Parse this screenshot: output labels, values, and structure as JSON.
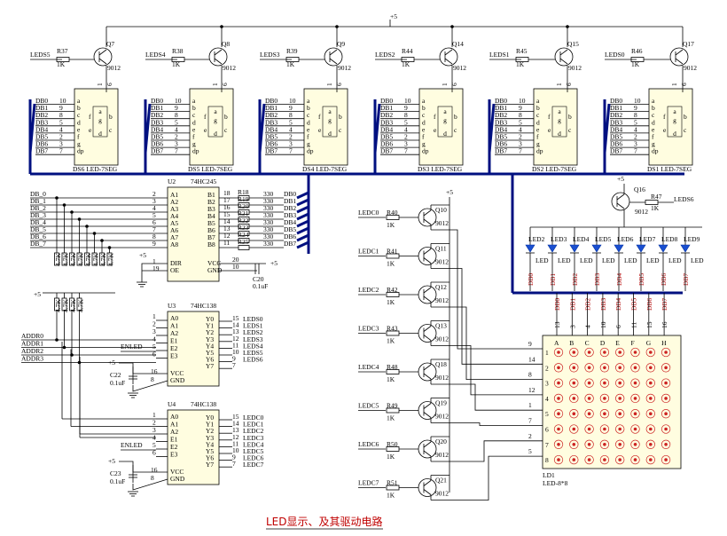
{
  "supply": "+5",
  "digits": [
    {
      "trans": "Q7",
      "res": "R37",
      "kohm": "1K",
      "model": "9012",
      "led": "LEDS5",
      "ds": "DS6 LED-7SEG"
    },
    {
      "trans": "Q8",
      "res": "R38",
      "kohm": "1K",
      "model": "9012",
      "led": "LEDS4",
      "ds": "DS5 LED-7SEG"
    },
    {
      "trans": "Q9",
      "res": "R39",
      "kohm": "1K",
      "model": "9012",
      "led": "LEDS3",
      "ds": "DS4 LED-7SEG"
    },
    {
      "trans": "Q14",
      "res": "R44",
      "kohm": "1K",
      "model": "9012",
      "led": "LEDS2",
      "ds": "DS3 LED-7SEG"
    },
    {
      "trans": "Q15",
      "res": "R45",
      "kohm": "1K",
      "model": "9012",
      "led": "LEDS1",
      "ds": "DS2 LED-7SEG"
    },
    {
      "trans": "Q17",
      "res": "R46",
      "kohm": "1K",
      "model": "9012",
      "led": "LEDS0",
      "ds": "DS1 LED-7SEG"
    }
  ],
  "db_labels": [
    "DB0",
    "DB1",
    "DB2",
    "DB3",
    "DB4",
    "DB5",
    "DB6",
    "DB7"
  ],
  "seg_pins": [
    "10",
    "9",
    "8",
    "5",
    "4",
    "2",
    "3",
    "7"
  ],
  "seg_letters": [
    "a",
    "b",
    "c",
    "d",
    "e",
    "f",
    "g",
    "dp"
  ],
  "seg_face": [
    "a",
    "f",
    "g",
    "b",
    "e",
    "c",
    "d",
    "dp"
  ],
  "com_pins": [
    "1",
    "6"
  ],
  "u2": {
    "ref": "U2",
    "part": "74HC245",
    "in_labels": [
      "DB_0",
      "DB_1",
      "DB_2",
      "DB_3",
      "DB_4",
      "DB_5",
      "DB_6",
      "DB_7"
    ],
    "pins_left": [
      "2",
      "3",
      "4",
      "5",
      "6",
      "7",
      "8",
      "9"
    ],
    "a_names": [
      "A1",
      "A2",
      "A3",
      "A4",
      "A5",
      "A6",
      "A7",
      "A8"
    ],
    "b_names": [
      "B1",
      "B2",
      "B3",
      "B4",
      "B5",
      "B6",
      "B7",
      "B8"
    ],
    "pins_right": [
      "18",
      "17",
      "16",
      "15",
      "14",
      "13",
      "12",
      "11"
    ],
    "res": [
      "R18",
      "R19",
      "R20",
      "R21",
      "R22",
      "R23",
      "R24",
      "R25"
    ],
    "res_val": "330",
    "out_labels": [
      "DB0",
      "DB1",
      "DB2",
      "DB3",
      "DB4",
      "DB5",
      "DB6",
      "DB7"
    ],
    "dir": "DIR",
    "oe": "OE",
    "vcc": "VCC",
    "gnd": "GND",
    "pin1": "1",
    "pin19": "19",
    "pin20": "20",
    "pin10": "10",
    "cap": "C20",
    "cap_val": "0.1uF",
    "plus": "+5"
  },
  "pullups": {
    "values": [
      "4.7K",
      "4.7K",
      "4.7K",
      "4.7K",
      "4.7K",
      "4.7K",
      "4.7K",
      "4.7K"
    ],
    "extra": [
      "4.7K",
      "4.7K",
      "4.7K",
      "4.7K"
    ],
    "refs": [
      "R26",
      "R27",
      "R28",
      "R29",
      "R30",
      "R31",
      "R32",
      "R33"
    ]
  },
  "addr_labels": [
    "ADDR0",
    "ADDR1",
    "ADDR2",
    "ADDR3"
  ],
  "u3": {
    "ref": "U3",
    "part": "74HC138",
    "inputs": [
      "A0",
      "A1",
      "A2",
      "E1",
      "E2",
      "E3"
    ],
    "in_pins": [
      "1",
      "2",
      "3",
      "4",
      "5",
      "6"
    ],
    "outs": [
      "Y0",
      "Y1",
      "Y2",
      "Y3",
      "Y4",
      "Y5",
      "Y6",
      "Y7"
    ],
    "out_pins": [
      "15",
      "14",
      "13",
      "12",
      "11",
      "10",
      "9",
      "7"
    ],
    "out_labels": [
      "LEDS0",
      "LEDS1",
      "LEDS2",
      "LEDS3",
      "LEDS4",
      "LEDS5",
      "LEDS6",
      ""
    ],
    "enled": "ENLED",
    "vcc": "VCC",
    "gnd": "GND",
    "pin16": "16",
    "pin8": "8",
    "cap": "C22",
    "cap_val": "0.1uF",
    "plus": "+5"
  },
  "u4": {
    "ref": "U4",
    "part": "74HC138",
    "inputs": [
      "A0",
      "A1",
      "A2",
      "E1",
      "E2",
      "E3"
    ],
    "in_pins": [
      "1",
      "2",
      "3",
      "4",
      "5",
      "6"
    ],
    "outs": [
      "Y0",
      "Y1",
      "Y2",
      "Y3",
      "Y4",
      "Y5",
      "Y6",
      "Y7"
    ],
    "out_pins": [
      "15",
      "14",
      "13",
      "12",
      "11",
      "10",
      "9",
      "7"
    ],
    "out_labels": [
      "LEDC0",
      "LEDC1",
      "LEDC2",
      "LEDC3",
      "LEDC4",
      "LEDC5",
      "LEDC6",
      "LEDC7"
    ],
    "enled": "ENLED",
    "vcc": "VCC",
    "gnd": "GND",
    "pin16": "16",
    "pin8": "8",
    "cap": "C23",
    "cap_val": "0.1uF",
    "plus": "+5"
  },
  "col_drivers": [
    {
      "led": "LEDC0",
      "res": "R40",
      "kohm": "1K",
      "trans": "Q10",
      "model": "9012"
    },
    {
      "led": "LEDC1",
      "res": "R41",
      "kohm": "1K",
      "trans": "Q11",
      "model": "9012"
    },
    {
      "led": "LEDC2",
      "res": "R42",
      "kohm": "1K",
      "trans": "Q12",
      "model": "9012"
    },
    {
      "led": "LEDC3",
      "res": "R43",
      "kohm": "1K",
      "trans": "Q13",
      "model": "9012"
    },
    {
      "led": "LEDC4",
      "res": "R48",
      "kohm": "1K",
      "trans": "Q18",
      "model": "9012"
    },
    {
      "led": "LEDC5",
      "res": "R49",
      "kohm": "1K",
      "trans": "Q19",
      "model": "9012"
    },
    {
      "led": "LEDC6",
      "res": "R50",
      "kohm": "1K",
      "trans": "Q20",
      "model": "9012"
    },
    {
      "led": "LEDC7",
      "res": "R51",
      "kohm": "1K",
      "trans": "Q21",
      "model": "9012"
    }
  ],
  "q16": {
    "trans": "Q16",
    "res": "R47",
    "kohm": "1K",
    "model": "9012",
    "led": "LEDS6",
    "plus": "+5"
  },
  "leds": [
    "LED2",
    "LED3",
    "LED4",
    "LED5",
    "LED6",
    "LED7",
    "LED8",
    "LED9"
  ],
  "led_text": "LED",
  "matrix": {
    "ref": "LD1",
    "part": "LED-8*8",
    "cols": [
      "A",
      "B",
      "C",
      "D",
      "E",
      "F",
      "G",
      "H"
    ],
    "col_pins": [
      "13",
      "3",
      "4",
      "10",
      "6",
      "11",
      "15",
      "16"
    ],
    "col_db": [
      "DB0",
      "DB1",
      "DB2",
      "DB3",
      "DB4",
      "DB5",
      "DB6",
      "DB7"
    ],
    "row_nums": [
      "1",
      "2",
      "3",
      "4",
      "5",
      "6",
      "7",
      "8"
    ],
    "row_pins": [
      "9",
      "14",
      "8",
      "12",
      "1",
      "7",
      "2",
      "5"
    ]
  },
  "caption": "LED显示、及其驱动电路",
  "colors": {
    "bus": "#001080",
    "wire": "#000000",
    "caption": "#c00000",
    "red": "#b00000",
    "body": "#fffde0",
    "matrix_dot": "#cc2222"
  }
}
